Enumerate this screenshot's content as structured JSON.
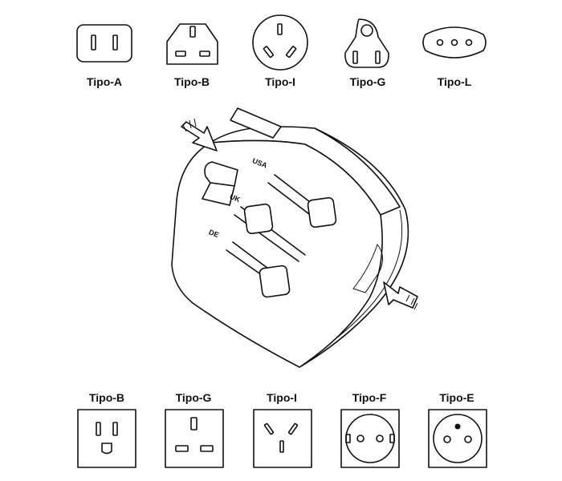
{
  "plugs_top": [
    {
      "label": "Tipo-A",
      "icon": "plug-type-a-icon"
    },
    {
      "label": "Tipo-B",
      "icon": "plug-type-b-icon"
    },
    {
      "label": "Tipo-I",
      "icon": "plug-type-i-icon"
    },
    {
      "label": "Tipo-G",
      "icon": "plug-type-g-icon"
    },
    {
      "label": "Tipo-L",
      "icon": "plug-type-l-icon"
    }
  ],
  "adapter": {
    "slider_labels": [
      "USA",
      "UK",
      "DE"
    ],
    "icon": "travel-adapter-icon"
  },
  "sockets_bottom": [
    {
      "label": "Tipo-B",
      "icon": "socket-type-b-icon"
    },
    {
      "label": "Tipo-G",
      "icon": "socket-type-g-icon"
    },
    {
      "label": "Tipo-I",
      "icon": "socket-type-i-icon"
    },
    {
      "label": "Tipo-F",
      "icon": "socket-type-f-icon"
    },
    {
      "label": "Tipo-E",
      "icon": "socket-type-e-icon"
    }
  ],
  "colors": {
    "line": "#111111",
    "background": "#ffffff"
  }
}
